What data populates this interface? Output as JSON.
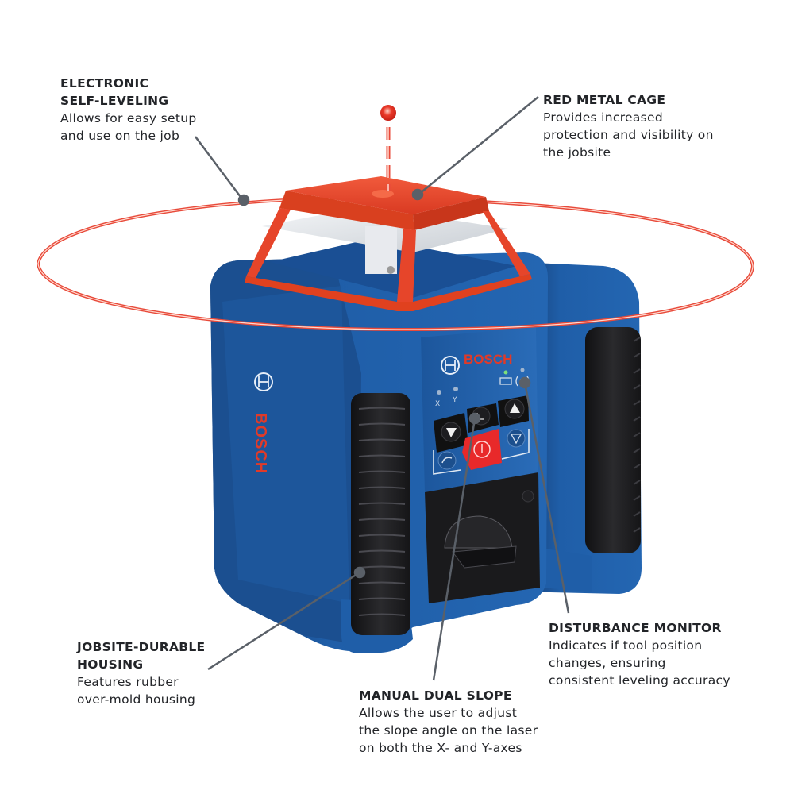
{
  "product": {
    "brand": "BOSCH",
    "type": "rotary laser level",
    "colors": {
      "housing_blue": "#1f5ea8",
      "housing_dark_blue": "#163f78",
      "cage_red": "#e8412a",
      "laser_red": "#e84a3a",
      "rubber_black": "#1c1c1e",
      "leader_gray": "#5a6068",
      "text": "#222428"
    },
    "panel": {
      "logo": "BOSCH",
      "indicators": [
        "X",
        "Y"
      ],
      "buttons": [
        "slope-down",
        "axis-select-xy",
        "slope-up",
        "rotate",
        "power",
        "tilt"
      ]
    },
    "side_logo": "BOSCH"
  },
  "callouts": [
    {
      "id": "electronic-self-leveling",
      "title": "ELECTRONIC\nSELF-LEVELING",
      "description": "Allows for easy setup\nand use on the job"
    },
    {
      "id": "red-metal-cage",
      "title": "RED METAL CAGE",
      "description": "Provides increased\nprotection and visibility on\nthe jobsite"
    },
    {
      "id": "jobsite-durable-housing",
      "title": "JOBSITE-DURABLE\nHOUSING",
      "description": "Features rubber\nover-mold housing"
    },
    {
      "id": "manual-dual-slope",
      "title": "MANUAL DUAL SLOPE",
      "description": "Allows the user to adjust\nthe slope angle on the laser\non both the X- and Y-axes"
    },
    {
      "id": "disturbance-monitor",
      "title": "DISTURBANCE MONITOR",
      "description": "Indicates if tool position\nchanges, ensuring\nconsistent leveling accuracy"
    }
  ]
}
